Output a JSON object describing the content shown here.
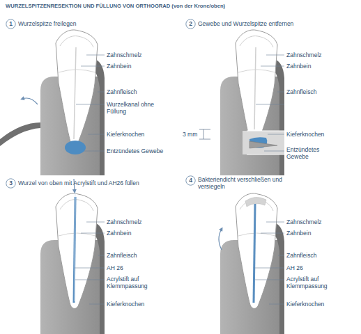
{
  "diagram": {
    "title": "WURZELSPITZENRESEKTION UND FÜLLUNG VON ORTHOGRAD (von der Krone/oben)",
    "nodes": [
      {
        "text": [
          "1"
        ]
      },
      {
        "text": [
          "2"
        ]
      },
      {
        "text": [
          "3"
        ]
      },
      {
        "text": [
          "4"
        ]
      }
    ],
    "labels": [
      "Wurzelspitze freilegen",
      "Zahnschmelz",
      "Zahnbein",
      "Zahnfleisch",
      "Wurzelkanal ohne Füllung",
      "Kieferknochen",
      "Entzündetes Gewebe",
      "Gewebe und Wurzelspitze entfernen",
      "Zahnschmelz",
      "Zahnbein",
      "Zahnfleisch",
      "3 mm",
      "Kieferknochen",
      "Entzündetes Gewebe",
      "Wurzel von oben mit Acrylstift und AH26 füllen",
      "Zahnschmelz",
      "Zahnbein",
      "Zahnfleisch",
      "AH 26",
      "Acrylstift auf Klemmpassung",
      "Kieferknochen",
      "Bakteriendicht verschließen und versiegeln",
      "Zahnschmelz",
      "Zahnbein",
      "Zahnfleisch",
      "AH 26",
      "Acrylstift auf Klemmpassung",
      "Kieferknochen"
    ]
  }
}
